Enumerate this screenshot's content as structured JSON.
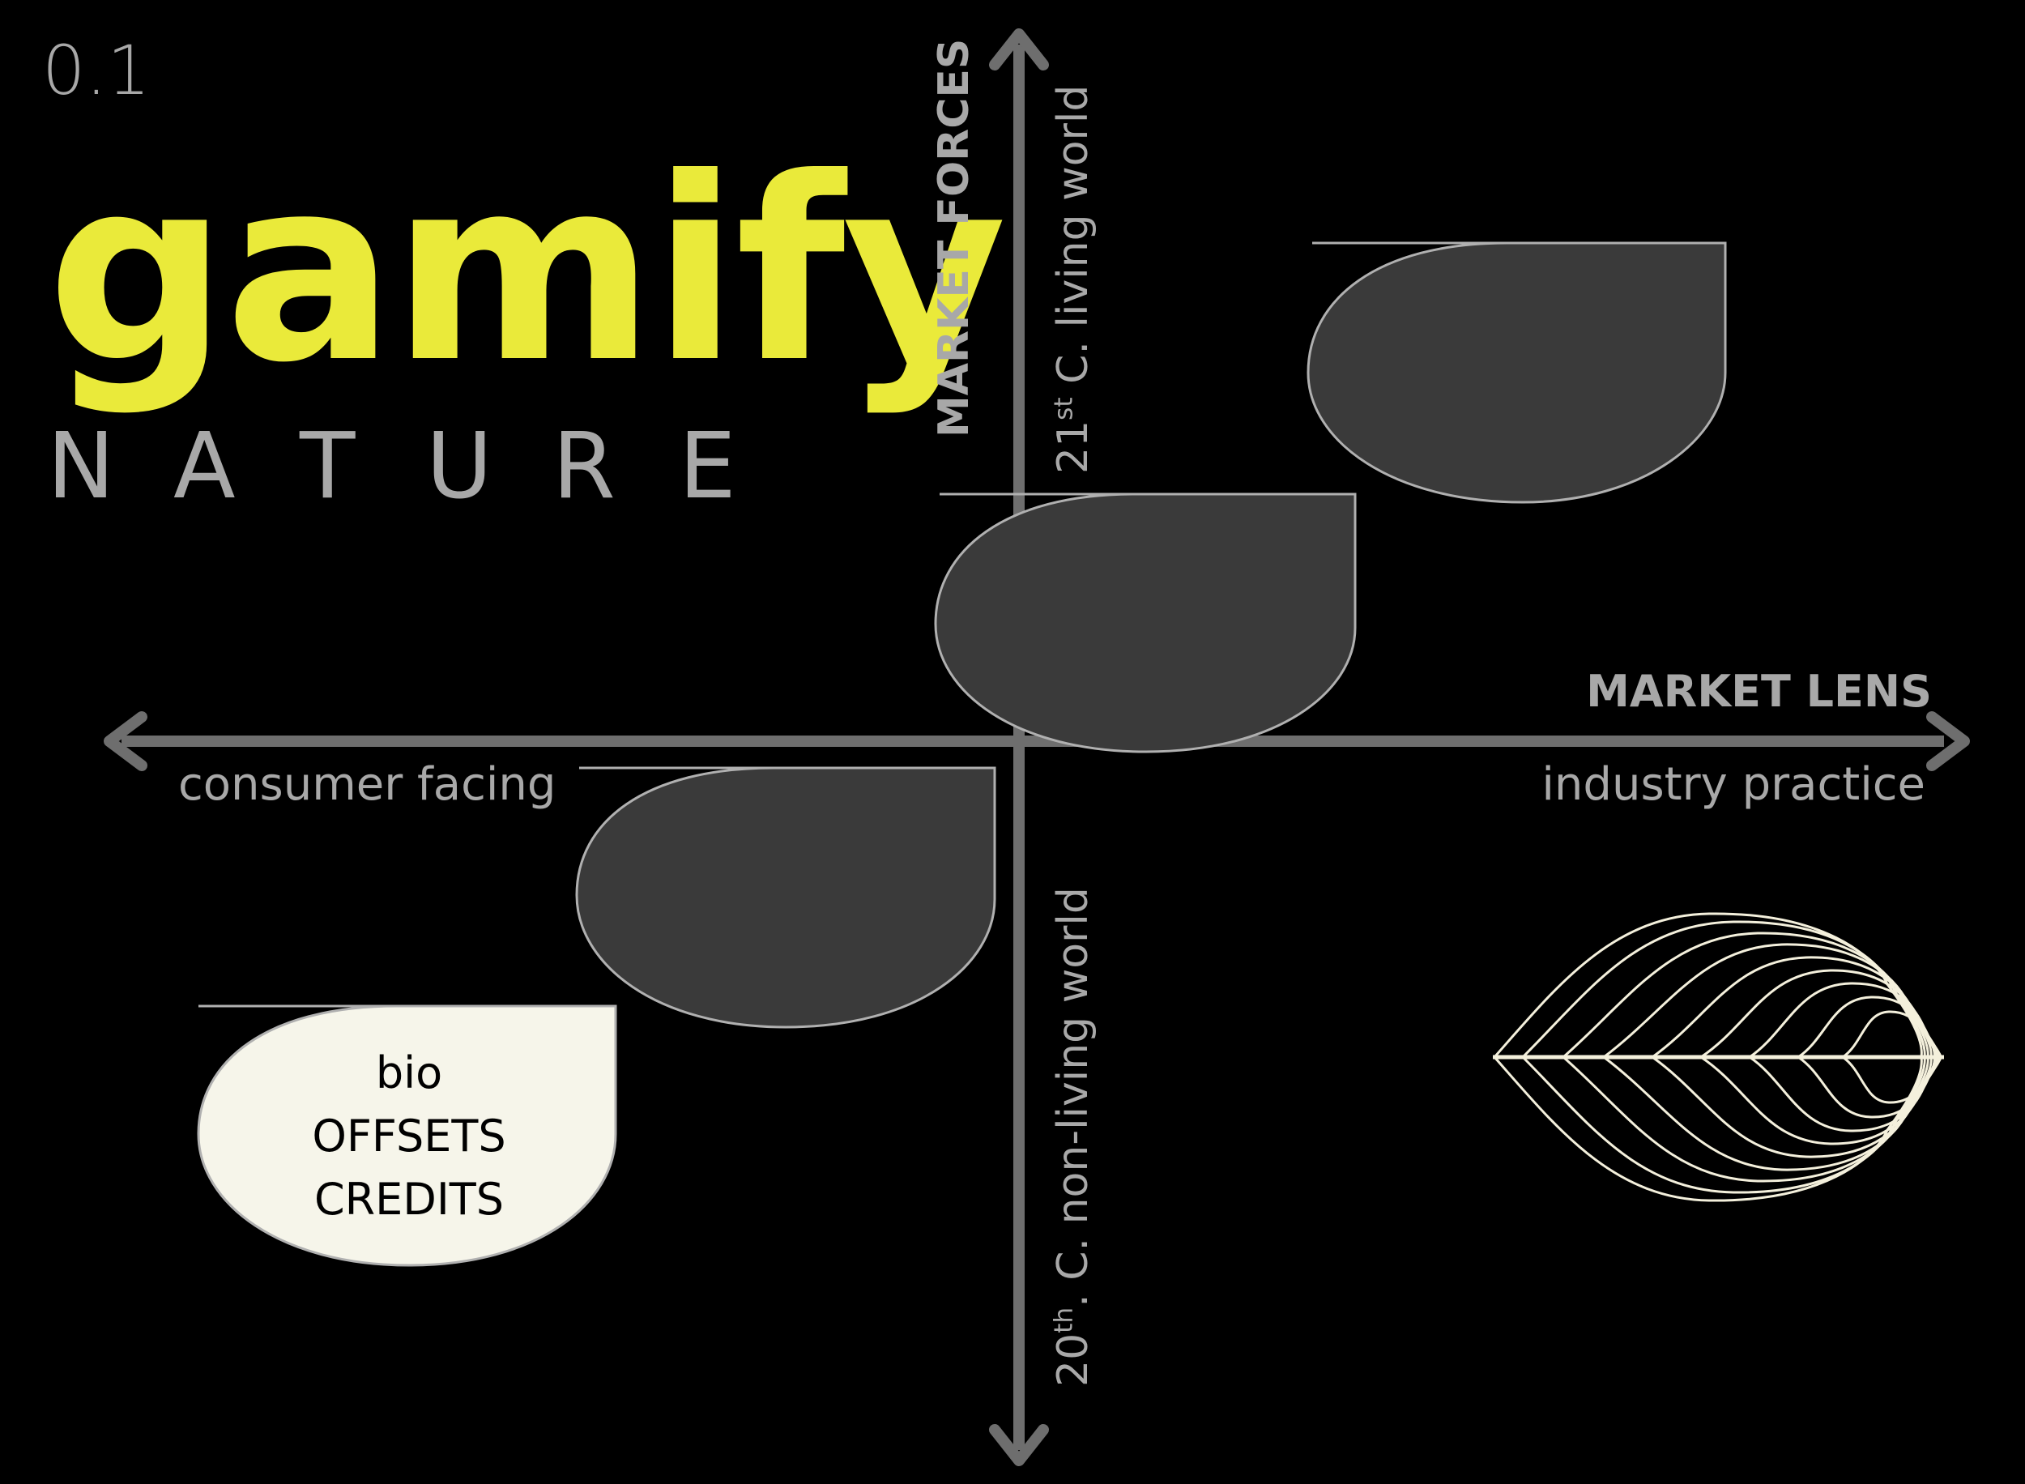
{
  "version": "0.1",
  "logo": {
    "title": "gamify",
    "subtitle": "NATURE",
    "title_color": "#eaea3a",
    "subtitle_color": "#a8a8a8"
  },
  "axes": {
    "horizontal": {
      "title": "MARKET LENS",
      "left_label": "consumer facing",
      "right_label": "industry practice"
    },
    "vertical": {
      "title": "MARKET FORCES",
      "top_label_prefix": "21",
      "top_label_sup": "st",
      "top_label_suffix": " C. living world",
      "bottom_label_prefix": "20",
      "bottom_label_sup": "th",
      "bottom_label_suffix": ". C. non-living world"
    },
    "color": "#6e6e6e"
  },
  "leaves": {
    "dark_fill": "#3a3a3a",
    "outline": "#b0b0b0",
    "highlight_fill": "#f6f5ea",
    "highlight_lines": [
      "bio",
      "OFFSETS",
      "CREDITS"
    ]
  },
  "icon": {
    "name": "leaf-layers-icon",
    "stroke": "#f4f0dc"
  }
}
